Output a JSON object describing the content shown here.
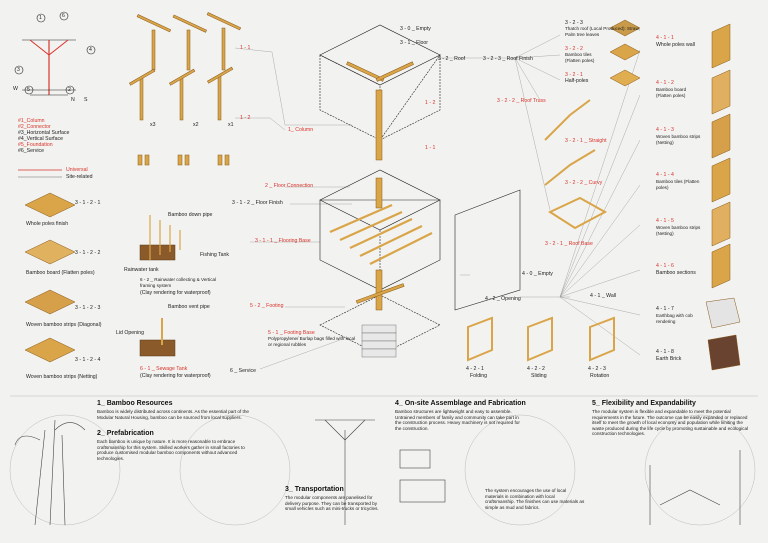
{
  "legend": {
    "node_numbers": [
      "1",
      "2",
      "3",
      "4",
      "5",
      "6"
    ],
    "axis_letters": [
      "W",
      "N",
      "S"
    ],
    "items": [
      {
        "label": "#1_Column",
        "color": "#d9332b"
      },
      {
        "label": "#2_Connector",
        "color": "#d9332b"
      },
      {
        "label": "#3_Horizontal Surface",
        "color": "#222222"
      },
      {
        "label": "#4_Vertical Surface",
        "color": "#222222"
      },
      {
        "label": "#5_Foundation",
        "color": "#d9332b"
      },
      {
        "label": "#6_Service",
        "color": "#222222"
      }
    ],
    "line_types": [
      {
        "label": "Universal",
        "color": "#d9332b"
      },
      {
        "label": "Site-related",
        "color": "#999999"
      }
    ]
  },
  "column": {
    "label_1_1": "1 - 1",
    "label_1_2": "1 - 2",
    "multipliers": [
      "x3",
      "x2",
      "x1"
    ],
    "column_label": "1_ Column",
    "right_1_2": "1 - 2",
    "right_1_1": "1 - 1"
  },
  "roof": {
    "empty": "3 - 0 _ Empty",
    "floor": "3 - 1 _ Floor",
    "roof": "3 - 2 _ Roof",
    "roof_finish": "3 - 2 - 3 _ Roof Finish",
    "finish_options": [
      {
        "code": "3 - 2 - 3",
        "desc": "Thatch roof (Local Produced): Straw, Palm tree leaves",
        "red": false
      },
      {
        "code": "3 - 2 - 2",
        "desc": "Bamboo tiles (Flatten poles)",
        "red": true
      },
      {
        "code": "3 - 2 - 1",
        "desc": "Half-poles",
        "red": true
      }
    ],
    "truss": "3 - 2 - 2 _ Roof Truss",
    "straight": "3 - 2 - 1 _ Straight",
    "curvy": "3 - 2 - 2 _ Curvy",
    "roof_base": "3 - 2 - 1 _ Roof Base"
  },
  "floor": {
    "connection": "2 _ Floor Connection",
    "floor_finish": "3 - 1 - 2 _ Floor Finish",
    "flooring_base": "3 - 1 - 1 _ Flooring Base",
    "finish_options": [
      {
        "code": "3 - 1 - 2 - 1",
        "desc": "Whole poles finish"
      },
      {
        "code": "3 - 1 - 2 - 2",
        "desc": "Bamboo board (Flatten poles)"
      },
      {
        "code": "3 - 1 - 2 - 3",
        "desc": "Woven bamboo strips (Diagonal)"
      },
      {
        "code": "3 - 1 - 2 - 4",
        "desc": "Woven bamboo strips (Netting)"
      }
    ]
  },
  "service": {
    "bamboo_down_pipe": "Bamboo down pipe",
    "fishing_tank": "Fishing Tank",
    "rainwater_tank": "Rainwater tank",
    "rainwater_system": "6 - 2 _ Rainwater collecting & Vertical framing system",
    "clay_note_1": "(Clay rendering for waterproof)",
    "bamboo_vent_pipe": "Bamboo vent pipe",
    "lid_opening": "Lid Opening",
    "sewage_tank": "6 - 1 _ Sewage Tank",
    "clay_note_2": "(Clay rendering for waterproof)",
    "service_label": "6 _ Service"
  },
  "footing": {
    "label": "5 - 2 _ Footing",
    "base": "5 - 1 _ Footing Base",
    "base_desc": "Polypropylene/ Burlap bags filled with local or regional rubbles"
  },
  "wall": {
    "empty": "4 - 0 _ Empty",
    "wall": "4 - 1 _ Wall",
    "opening": "4 - 2 _ Opening",
    "openings": [
      {
        "code": "4 - 2 - 1",
        "name": "Folding"
      },
      {
        "code": "4 - 2 - 2",
        "name": "Sliding"
      },
      {
        "code": "4 - 2 - 3",
        "name": "Rotation"
      }
    ],
    "options": [
      {
        "code": "4 - 1 - 1",
        "desc": "Whole poles wall"
      },
      {
        "code": "4 - 1 - 2",
        "desc": "Bamboo board (Flatten poles)"
      },
      {
        "code": "4 - 1 - 3",
        "desc": "Woven bamboo strips (Netting)"
      },
      {
        "code": "4 - 1 - 4",
        "desc": "Bamboo tiles (Flatten poles)"
      },
      {
        "code": "4 - 1 - 5",
        "desc": "Woven bamboo strips (Netting)"
      },
      {
        "code": "4 - 1 - 6",
        "desc": "Bamboo sections"
      },
      {
        "code": "4 - 1 - 7",
        "desc": "Earthbag with cob rendering"
      },
      {
        "code": "4 - 1 - 8",
        "desc": "Earth Brick"
      }
    ]
  },
  "sections": {
    "s1_title": "1_ Bamboo Resources",
    "s1_text": "Bamboo is widely distributed across continents. As the essential part of the Modular Natural Housing, bamboo can be sourced from local suppliers.",
    "s2_title": "2_ Prefabrication",
    "s2_text": "Each bamboo is unique by nature. It is more reasonable to embrace craftsmanship for this system. Skilled workers gather in small factories to produce customised modular bamboo components without advanced technologies.",
    "s3_title": "3_ Transportation",
    "s3_text": "The modular components are panelised for delivery purpose. They can be transported by small vehicles such as mini-trucks or tricycles.",
    "s4_title": "4_ On-site Assemblage and Fabrication",
    "s4_text": "Bamboo structures are lightweight and easy to assemble. Untrained members of family and community can take part in the construction process. Heavy machinery is not required for the construction.",
    "s4_text2": "The system encourages the use of local materials in combination with local craftsmanship. The finishes can use materials as simple as mud and fabrics.",
    "s5_title": "5_ Flexibility and Expandability",
    "s5_text": "The modular system is flexible and expandable to meet the potential requirements in the future. The outcome can be easily expanded or replaced itself to meet the growth of local economy and population while limiting the waste produced during the life cycle by promoting sustainable and ecological construction technologies."
  },
  "colors": {
    "red": "#d9332b",
    "bamboo": "#d9a548",
    "bamboo_dark": "#8a5a1a",
    "background": "#f2f2f0"
  }
}
